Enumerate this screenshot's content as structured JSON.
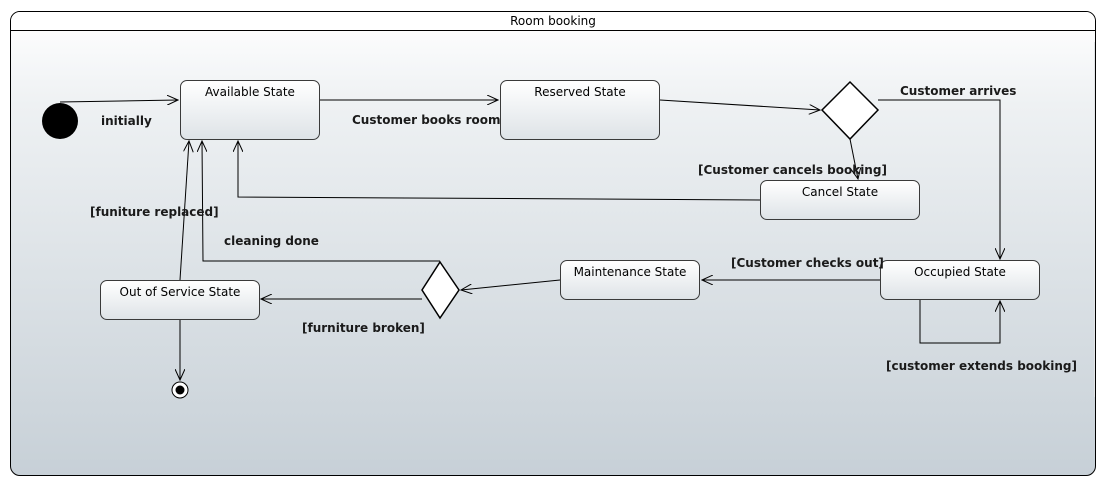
{
  "frame": {
    "title": "Room booking"
  },
  "states": {
    "available": "Available State",
    "reserved": "Reserved State",
    "cancel": "Cancel State",
    "occupied": "Occupied State",
    "maintenance": "Maintenance State",
    "out_of_service": "Out of Service State"
  },
  "transitions": {
    "initially": "initially",
    "customer_books_room": "Customer books room",
    "customer_arrives": "Customer arrives",
    "customer_cancels_booking": "[Customer cancels booking]",
    "customer_checks_out": "[Customer checks out]",
    "customer_extends_booking": "[customer extends booking]",
    "cleaning_done": "cleaning done",
    "furniture_replaced": "[funiture replaced]",
    "furniture_broken": "[furniture broken]"
  }
}
